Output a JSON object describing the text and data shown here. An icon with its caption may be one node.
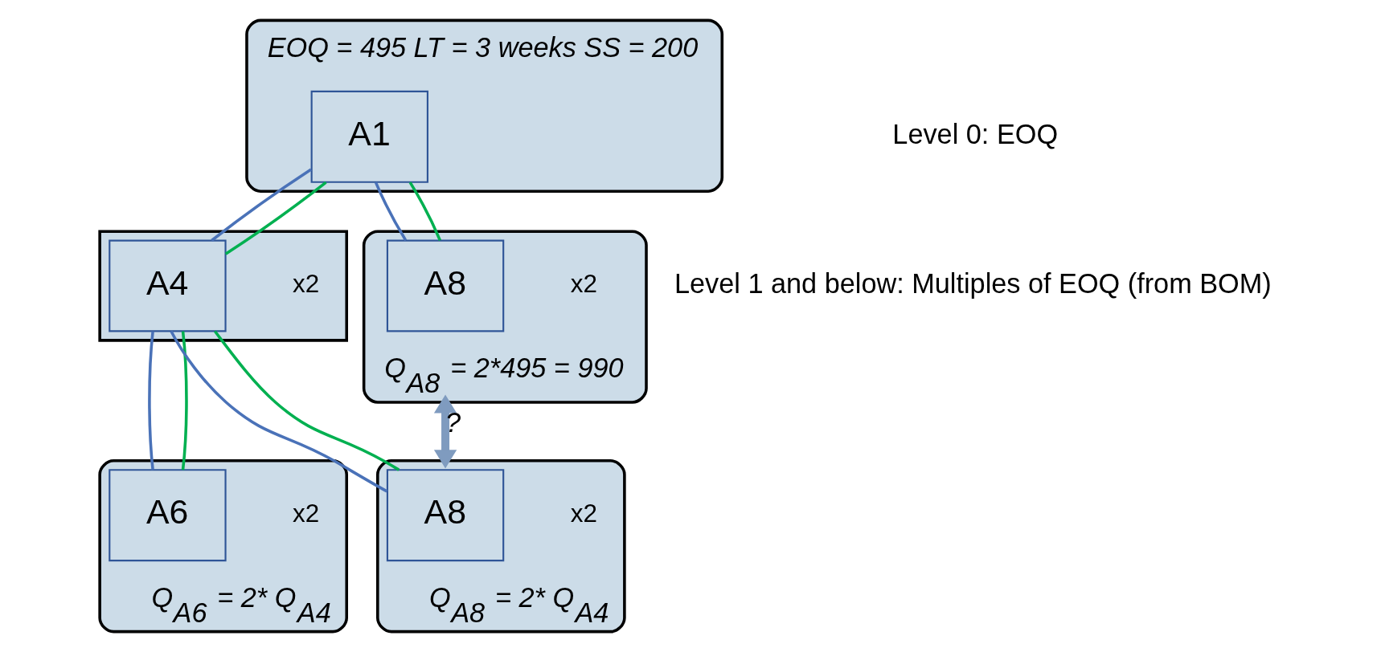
{
  "diagram": {
    "nodes": [
      {
        "text": [
          "EOQ = 495 LT = 3 weeks SS = 200"
        ]
      },
      {
        "text": [
          "A1"
        ],
        "in": 0
      },
      {
        "text": [],
        "shape": "box"
      },
      {
        "text": [
          "A4"
        ],
        "in": 2,
        "beside": [
          "x2"
        ]
      },
      {
        "text": [
          "Q$_{A8}$ = 2*495 = 990"
        ]
      },
      {
        "text": [
          "A8"
        ],
        "in": 4,
        "beside": [
          "x2"
        ]
      },
      {
        "text": [
          "Q$_{A6}$ = 2* Q$_{A4}$"
        ]
      },
      {
        "text": [
          "A6"
        ],
        "in": 6,
        "beside": [
          "x2"
        ]
      },
      {
        "text": [
          "Q$_{A8}$ = 2* Q$_{A4}$"
        ]
      },
      {
        "text": [
          "A8"
        ],
        "in": 8,
        "beside": [
          "x2"
        ]
      }
    ],
    "edges": [
      {
        "from": 1,
        "to": 3,
        "arrow": "none"
      },
      {
        "from": 1,
        "to": 5,
        "arrow": "none"
      },
      {
        "from": 3,
        "to": 7,
        "arrow": "none"
      },
      {
        "from": 3,
        "to": 9,
        "arrow": "none"
      },
      {
        "from": 1,
        "to": 3,
        "arrow": "none",
        "color": "#00b050"
      },
      {
        "from": 1,
        "to": 5,
        "arrow": "none",
        "color": "#00b050"
      },
      {
        "from": 3,
        "to": 7,
        "arrow": "none",
        "color": "#00b050"
      },
      {
        "from": 3,
        "to": 9,
        "arrow": "none",
        "color": "#00b050"
      },
      {
        "from": 4,
        "to": 8,
        "arrow": "both",
        "style": "thick",
        "color": "#7f9bbf",
        "label": "?"
      }
    ],
    "labels": [
      "Level 0: EOQ",
      "Level 1 and below: Multiples of EOQ (from BOM)"
    ]
  }
}
